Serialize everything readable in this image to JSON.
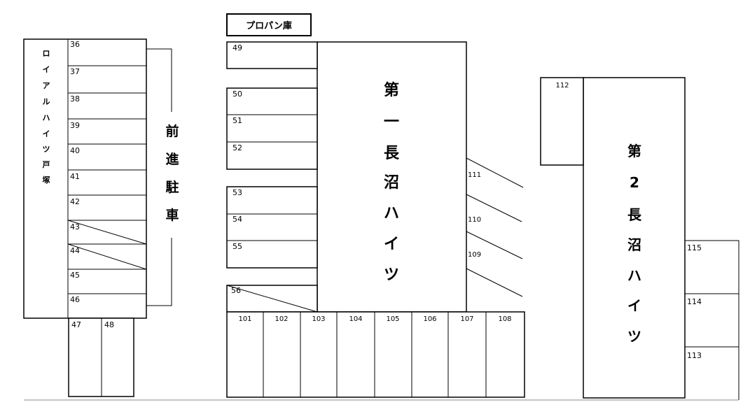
{
  "propane": {
    "label": "プロパン庫"
  },
  "royal": {
    "name_chars": [
      "ロ",
      "イ",
      "ア",
      "ル",
      "ハ",
      "イ",
      "ツ",
      "戸",
      "塚"
    ],
    "spots": [
      "36",
      "37",
      "38",
      "39",
      "40",
      "41",
      "42",
      "43",
      "44",
      "45",
      "46"
    ],
    "bottom_spots": [
      "47",
      "48"
    ]
  },
  "forward_parking": {
    "chars": [
      "前",
      "進",
      "駐",
      "車"
    ]
  },
  "building1": {
    "name_chars": [
      "第",
      "一",
      "長",
      "沼",
      "ハ",
      "イ",
      "ツ"
    ],
    "left_spots": [
      "49",
      "50",
      "51",
      "52",
      "53",
      "54",
      "55",
      "56"
    ],
    "bottom_spots": [
      "101",
      "102",
      "103",
      "104",
      "105",
      "106",
      "107",
      "108"
    ],
    "side_spots": [
      "111",
      "110",
      "109"
    ]
  },
  "building2": {
    "name_chars": [
      "第",
      "2",
      "長",
      "沼",
      "ハ",
      "イ",
      "ツ"
    ],
    "top_spot": "112",
    "right_spots": [
      "115",
      "114",
      "113"
    ]
  }
}
